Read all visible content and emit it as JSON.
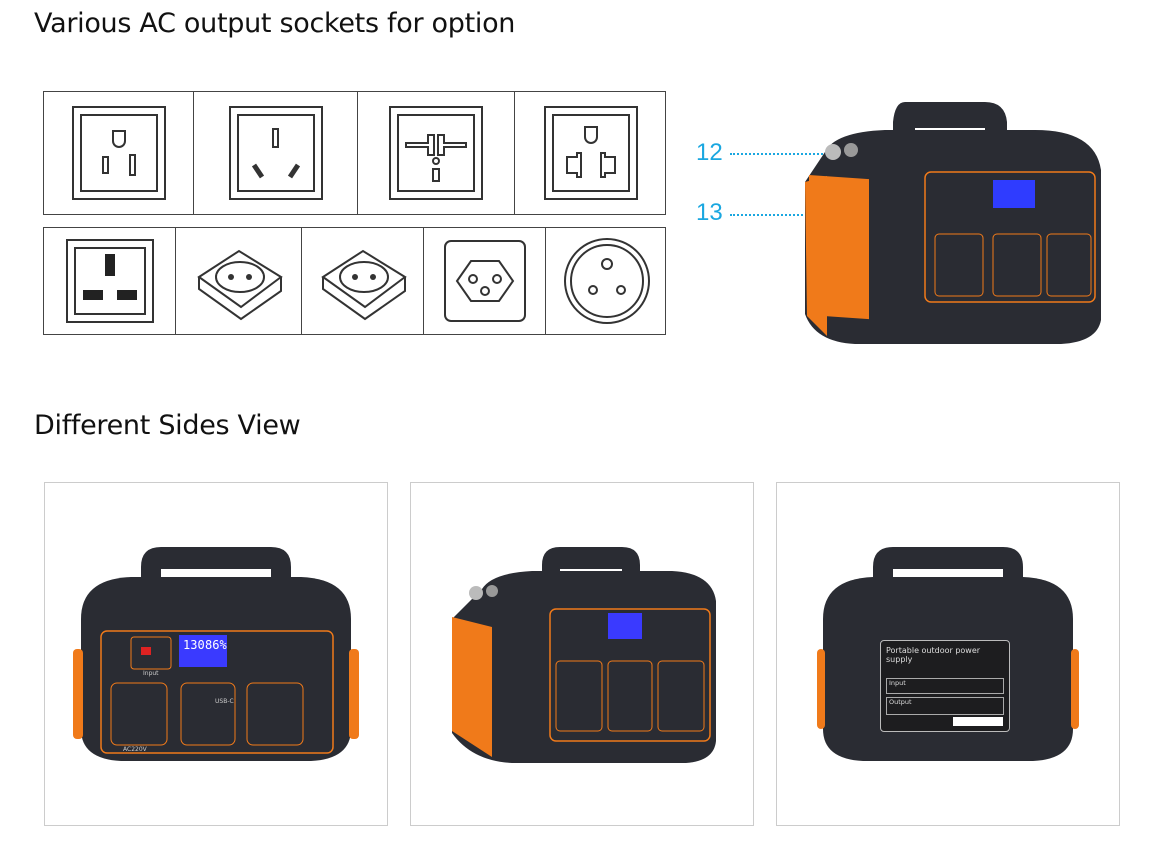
{
  "headings": {
    "sockets": "Various AC output sockets for option",
    "sides": "Different Sides View"
  },
  "callouts": [
    "12",
    "13"
  ],
  "sockets": {
    "row1": [
      "us-nema-5-15",
      "china-au",
      "universal",
      "us-china-combo"
    ],
    "row2": [
      "uk-bs1363",
      "schuko-de",
      "schuko-fr",
      "swiss",
      "south-africa"
    ]
  },
  "device": {
    "lcd_voltage": "130",
    "lcd_percent": "86%",
    "input_label": "Input",
    "ac_label": "AC220V",
    "usb_label": "USB-C",
    "plate_title": "Portable outdoor power supply",
    "plate_section_input": "Input",
    "plate_section_output": "Output"
  },
  "colors": {
    "accent": "#f07a1a",
    "body": "#2a2c33",
    "callout": "#1aa7e0"
  }
}
